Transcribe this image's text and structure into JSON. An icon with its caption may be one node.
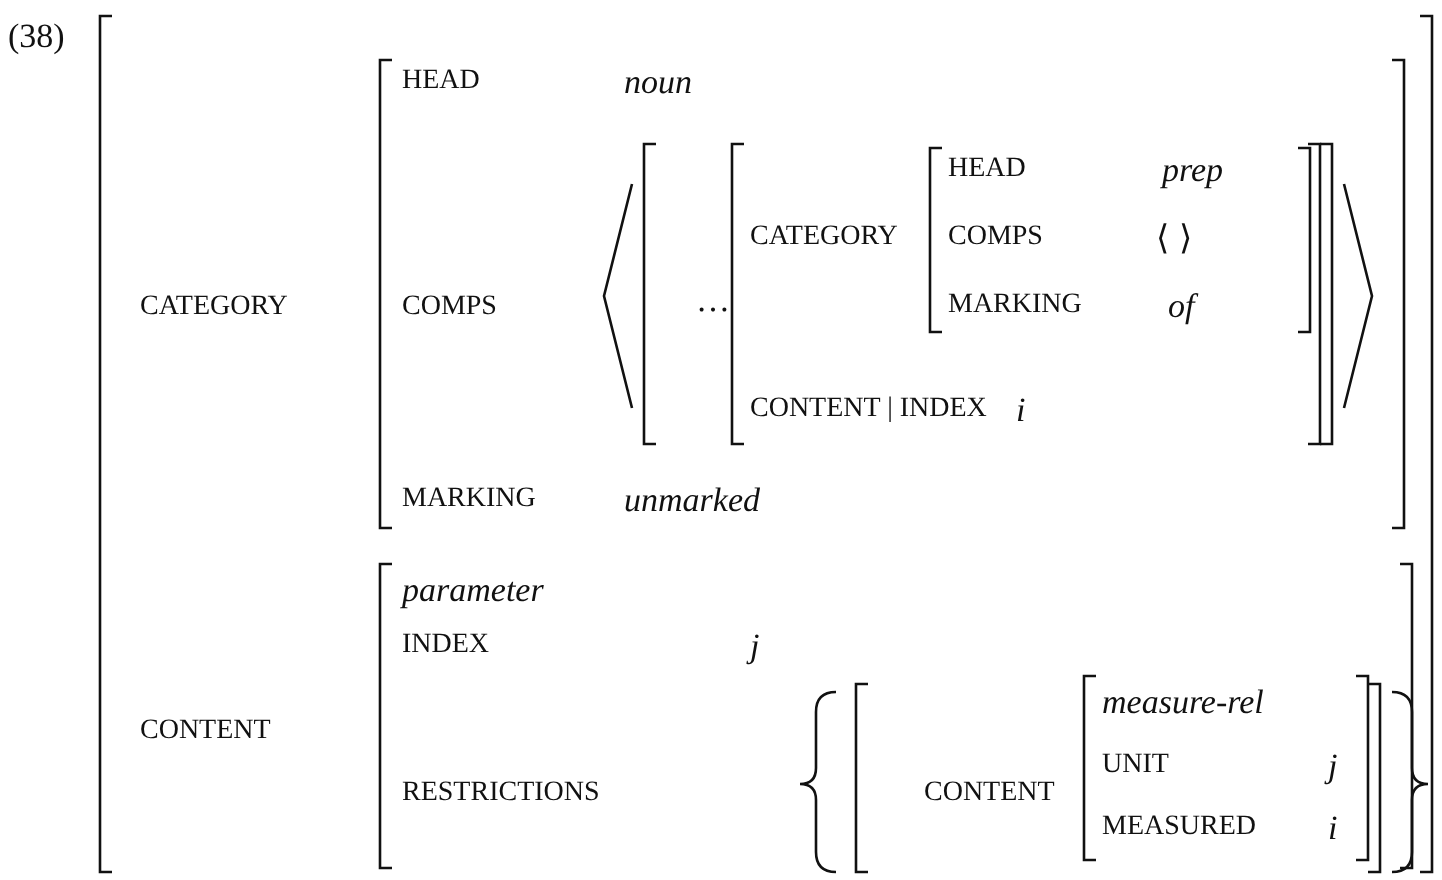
{
  "diagram": {
    "labels": [
      "(38)",
      "CATEGORY",
      "HEAD",
      "noun",
      "COMPS",
      "…",
      "CATEGORY",
      "HEAD",
      "prep",
      "COMPS",
      "⟨ ⟩",
      "MARKING",
      "of",
      "CONTENT | INDEX",
      "i",
      "MARKING",
      "unmarked",
      "CONTENT",
      "parameter",
      "INDEX",
      "j",
      "RESTRICTIONS",
      "CONTENT",
      "measure-rel",
      "UNIT",
      "j",
      "MEASURED",
      "i"
    ]
  }
}
